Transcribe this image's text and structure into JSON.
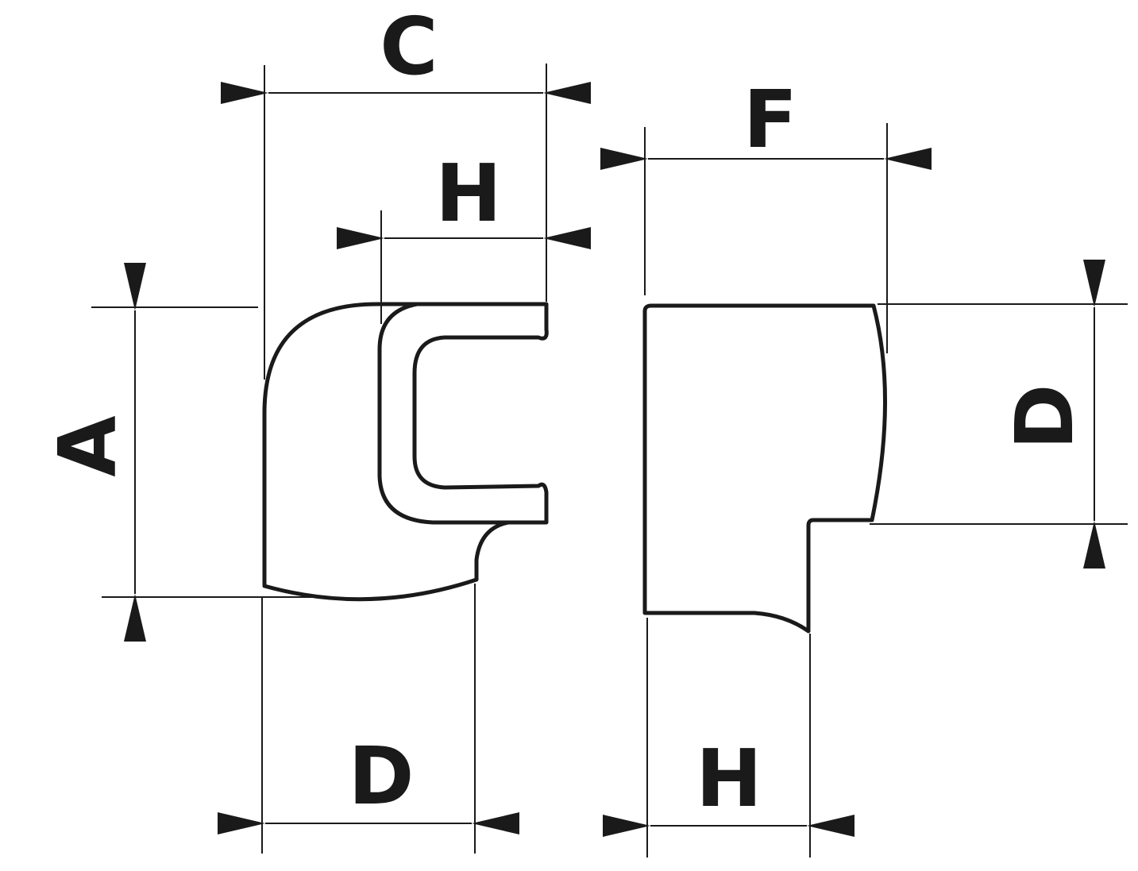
{
  "labels": {
    "c": "C",
    "h_top": "H",
    "a": "A",
    "d_bottom": "D",
    "f": "F",
    "d_right": "D",
    "h_bottom": "H"
  },
  "colors": {
    "line": "#1a1a1a",
    "background": "#ffffff"
  }
}
